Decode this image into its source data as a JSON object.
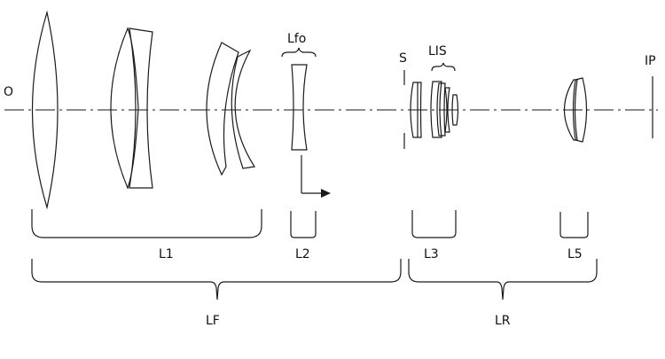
{
  "labels": {
    "object": "O",
    "image_plane": "IP",
    "focus_lens": "Lfo",
    "stop": "S",
    "image_stabilizer": "LIS",
    "group_1": "L1",
    "group_2": "L2",
    "group_3": "L3",
    "group_5": "L5",
    "front_group": "LF",
    "rear_group": "LR"
  }
}
